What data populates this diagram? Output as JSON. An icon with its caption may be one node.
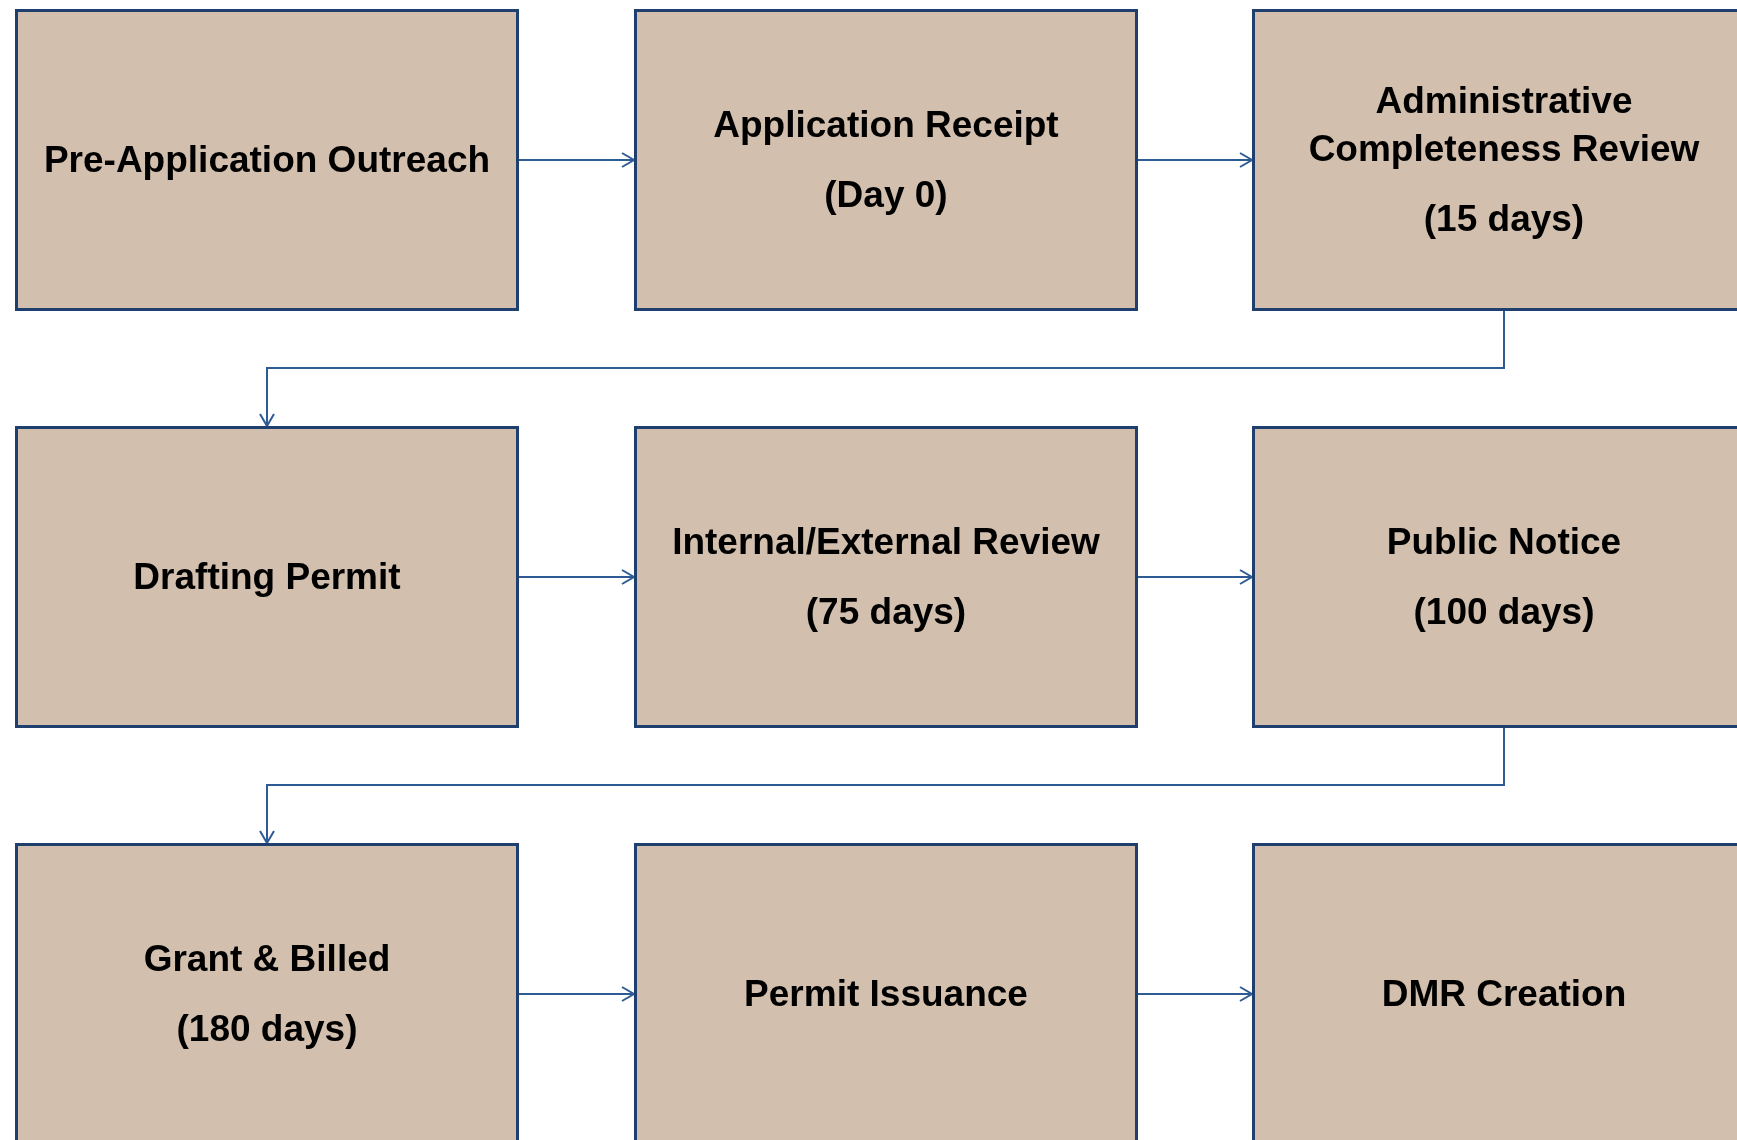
{
  "diagram": {
    "nodes": [
      {
        "text": [
          "Pre-Application Outreach"
        ]
      },
      {
        "text": [
          "Application Receipt",
          "(Day 0)"
        ]
      },
      {
        "text": [
          "Administrative Completeness Review",
          "(15 days)"
        ]
      },
      {
        "text": [
          "Drafting Permit"
        ]
      },
      {
        "text": [
          "Internal/External Review",
          "(75 days)"
        ]
      },
      {
        "text": [
          "Public Notice",
          "(100 days)"
        ]
      },
      {
        "text": [
          "Grant & Billed",
          "(180 days)"
        ]
      },
      {
        "text": [
          "Permit Issuance"
        ]
      },
      {
        "text": [
          "DMR Creation"
        ]
      }
    ],
    "edges": [
      {
        "from": 0,
        "to": 1,
        "arrow": "to"
      },
      {
        "from": 1,
        "to": 2,
        "arrow": "to"
      },
      {
        "from": 2,
        "to": 3,
        "arrow": "to"
      },
      {
        "from": 3,
        "to": 4,
        "arrow": "to"
      },
      {
        "from": 4,
        "to": 5,
        "arrow": "to"
      },
      {
        "from": 5,
        "to": 6,
        "arrow": "to"
      },
      {
        "from": 6,
        "to": 7,
        "arrow": "to"
      },
      {
        "from": 7,
        "to": 8,
        "arrow": "to"
      }
    ]
  }
}
